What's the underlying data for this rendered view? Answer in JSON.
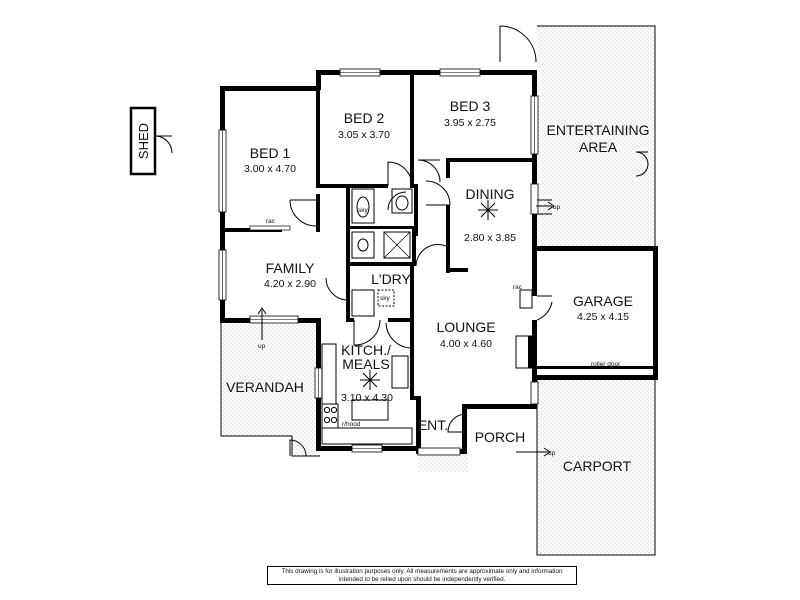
{
  "rooms": {
    "shed": {
      "name": "SHED"
    },
    "bed1": {
      "name": "BED 1",
      "dims": "3.00 x 4.70"
    },
    "bed2": {
      "name": "BED 2",
      "dims": "3.05 x 3.70"
    },
    "bed3": {
      "name": "BED 3",
      "dims": "3.95 x 2.75"
    },
    "entertaining": {
      "line1": "ENTERTAINING",
      "line2": "AREA"
    },
    "dining": {
      "name": "DINING",
      "dims": "2.80 x 3.85"
    },
    "family": {
      "name": "FAMILY",
      "dims": "4.20 x 2.90"
    },
    "laundry": {
      "name": "L'DRY"
    },
    "garage": {
      "name": "GARAGE",
      "dims": "4.25 x 4.15"
    },
    "lounge": {
      "name": "LOUNGE",
      "dims": "4.00 x 4.60"
    },
    "kitchen": {
      "line1": "KITCH./",
      "line2": "MEALS",
      "dims": "3.10 x 4.30"
    },
    "verandah": {
      "name": "VERANDAH"
    },
    "entry": {
      "name": "ENT."
    },
    "porch": {
      "name": "PORCH"
    },
    "carport": {
      "name": "CARPORT"
    }
  },
  "annotations": {
    "rac": "rac",
    "sky": "sky",
    "up": "up",
    "roller_door": "roller door",
    "rhood": "r/hood"
  },
  "disclaimer": {
    "line1": "This drawing is for illustration purposes only. All measurements are approximate only and information",
    "line2": "intended to be relied upon should be independently verified."
  }
}
